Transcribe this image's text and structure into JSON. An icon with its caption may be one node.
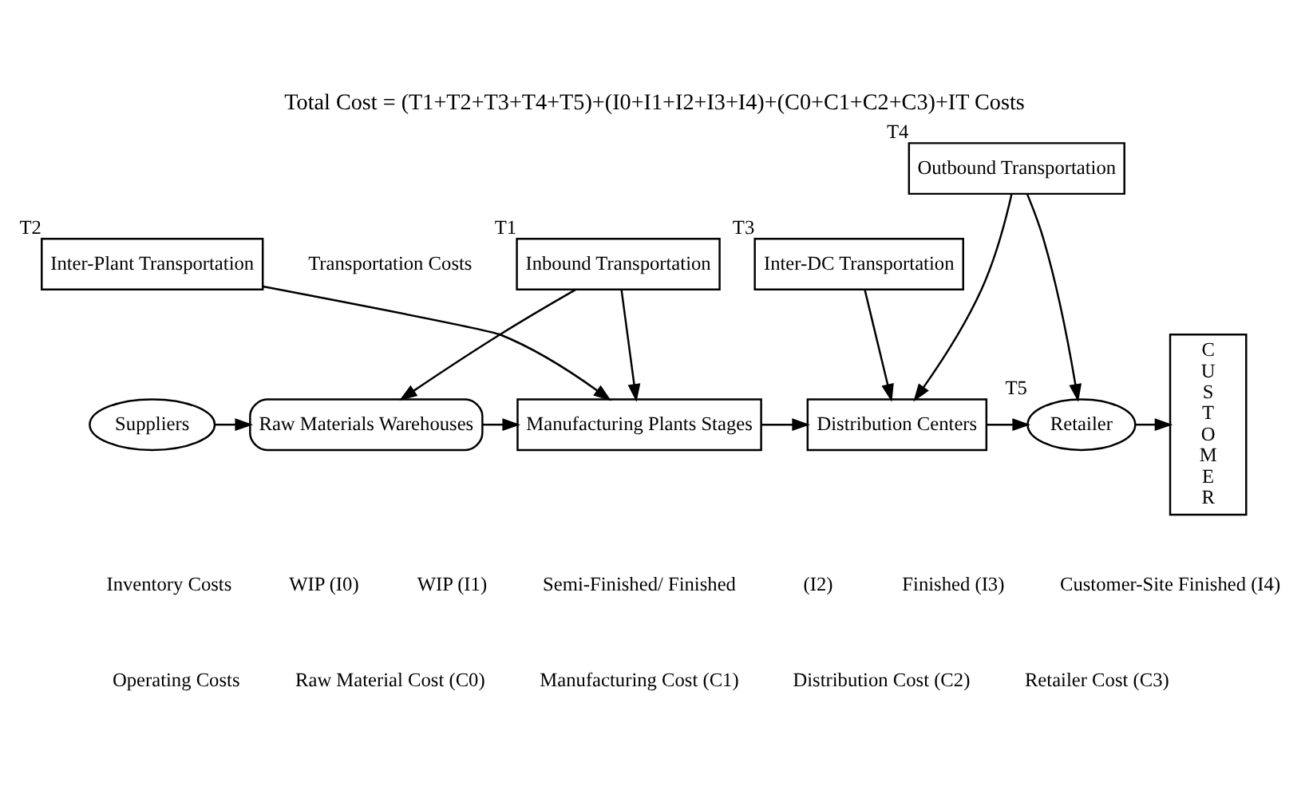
{
  "diagram": {
    "title": "Total Cost = (T1+T2+T3+T4+T5)+(I0+I1+I2+I3+I4)+(C0+C1+C2+C3)+IT Costs",
    "nodes": [
      {
        "text": [
          "Suppliers"
        ]
      },
      {
        "text": [
          "Raw Materials Warehouses"
        ]
      },
      {
        "text": [
          "Manufacturing Plants Stages"
        ]
      },
      {
        "text": [
          "Distribution Centers"
        ]
      },
      {
        "text": [
          "Retailer"
        ],
        "beside": [
          "T5"
        ]
      },
      {
        "text": [
          "CUSTOMER"
        ]
      },
      {
        "text": [
          "Inbound Transportation"
        ],
        "beside": [
          "T1"
        ]
      },
      {
        "text": [
          "Inter-Plant Transportation"
        ],
        "beside": [
          "T2"
        ]
      },
      {
        "text": [
          "Inter-DC Transportation"
        ],
        "beside": [
          "T3"
        ]
      },
      {
        "text": [
          "Outbound Transportation"
        ],
        "beside": [
          "T4"
        ]
      }
    ],
    "edges": [
      {
        "from": 0,
        "to": 1,
        "arrow": "to"
      },
      {
        "from": 1,
        "to": 2,
        "arrow": "to"
      },
      {
        "from": 2,
        "to": 3,
        "arrow": "to"
      },
      {
        "from": 3,
        "to": 4,
        "arrow": "to"
      },
      {
        "from": 4,
        "to": 5,
        "arrow": "to"
      },
      {
        "from": 6,
        "to": 1,
        "arrow": "to"
      },
      {
        "from": 6,
        "to": 2,
        "arrow": "to"
      },
      {
        "from": 7,
        "to": 2,
        "arrow": "to"
      },
      {
        "from": 8,
        "to": 3,
        "arrow": "to"
      },
      {
        "from": 9,
        "to": 3,
        "arrow": "to"
      },
      {
        "from": 9,
        "to": 4,
        "arrow": "to"
      }
    ],
    "labels": [
      "Transportation Costs",
      "Inventory Costs",
      "WIP (I0)",
      "WIP (I1)",
      "Semi-Finished/ Finished",
      "(I2)",
      "Finished (I3)",
      "Customer-Site Finished (I4)",
      "Operating Costs",
      "Raw Material Cost (C0)",
      "Manufacturing Cost (C1)",
      "Distribution Cost (C2)",
      "Retailer Cost (C3)"
    ]
  }
}
